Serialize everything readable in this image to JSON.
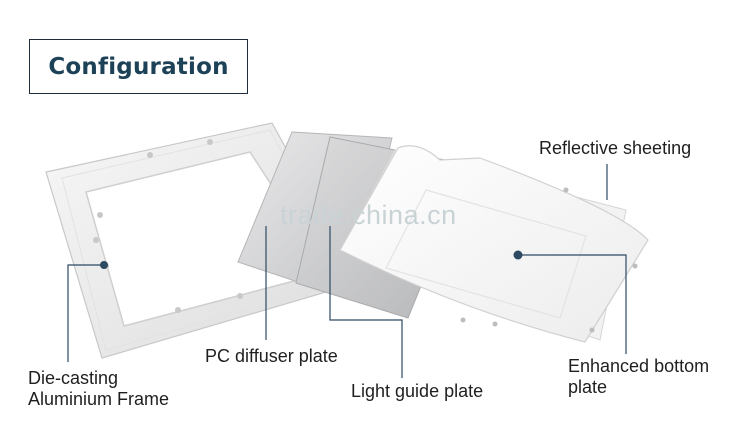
{
  "title": "Configuration",
  "watermark": "trade.china.cn",
  "labels": {
    "reflective": "Reflective sheeting",
    "pc_diffuser": "PC diffuser plate",
    "light_guide": "Light guide plate",
    "enhanced_line1": "Enhanced bottom",
    "enhanced_line2": "plate",
    "frame_line1": "Die-casting",
    "frame_line2": "Aluminium Frame"
  },
  "colors": {
    "title": "#1d4258",
    "leader": "#2d4a63",
    "border": "#1f2d3a"
  }
}
